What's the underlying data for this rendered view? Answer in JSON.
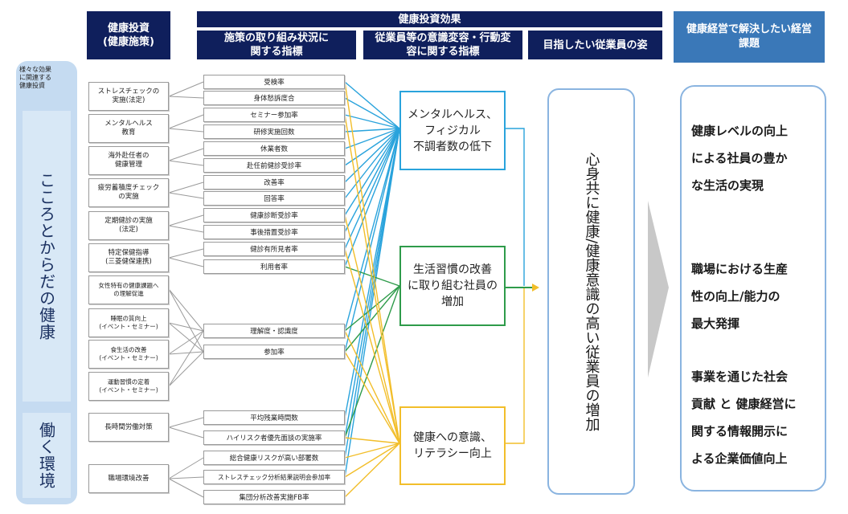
{
  "headers": {
    "investment": "健康投資\n(健康施策)",
    "effect_title": "健康投資効果",
    "indicators": "施策の取り組み状況に\n関する指標",
    "awareness": "従業員等の意識変容・行動変\n容に関する指標",
    "target_employee": "目指したい従業員の姿",
    "issues": "健康経営で解決したい経営\n課題"
  },
  "left_panel": {
    "description": "様々な効果\nに関連する\n健康投資",
    "category_mind_body": "こころとからだの健康",
    "category_work": "働く環境"
  },
  "measures": [
    "ストレスチェックの\n実施(法定)",
    "メンタルヘルス\n教育",
    "海外赴任者の\n健康管理",
    "疲労蓄積度チェック\nの実施",
    "定期健診の実施\n(法定)",
    "特定保健指導\n(三菱健保連携)",
    "女性特有の健康課題へ\nの理解促進",
    "睡眠の質向上\n(イベント・セミナー)",
    "食生活の改善\n(イベント・セミナー)",
    "運動習慣の定着\n(イベント・セミナー)",
    "長時間労働対策",
    "職場環境改善"
  ],
  "indicators": [
    "受検率",
    "身体愁訴度合",
    "セミナー参加率",
    "研修実施回数",
    "休業者数",
    "赴任前健診受診率",
    "改善率",
    "回答率",
    "健康診断受診率",
    "事後措置受診率",
    "健診有所見者率",
    "利用者率",
    "理解度・認識度",
    "参加率",
    "平均残業時間数",
    "ハイリスク者優先面談の実施率",
    "総合健康リスクが高い部署数",
    "ストレスチェック分析結果説明会参加率",
    "集団分析改善実施FB率"
  ],
  "outcomes": [
    "メンタルヘルス、\nフィジカル\n不調者数の低下",
    "生活習慣の改善\nに取り組む社員の\n増加",
    "健康への意識、\nリテラシー向上"
  ],
  "target": "心身共に健康/健康意識の高い従業員の増加",
  "goals": [
    "健康レベルの向上\nによる社員の豊か\nな生活の実現",
    "職場における生産\n性の向上/能力の\n最大発揮",
    "事業を通じた社会\n貢献 と 健康経営に\n関する情報開示に\nよる企業価値向上"
  ],
  "colors": {
    "header_navy": "#0f1f5c",
    "header_blue": "#3a78b8",
    "line_blue": "#29a3dc",
    "line_green": "#2e9b4a",
    "line_yellow": "#f2be2a",
    "arrow_blue": "#5b9bd5",
    "panel_blue": "#c5dbf1"
  }
}
